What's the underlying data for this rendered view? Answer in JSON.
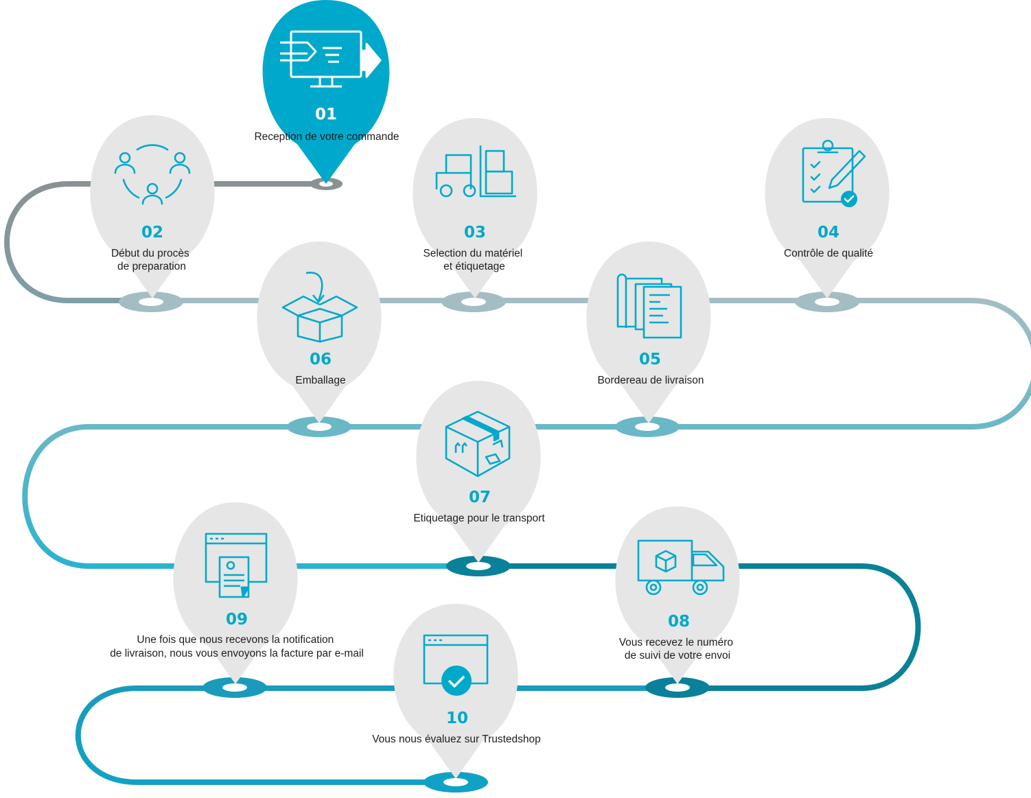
{
  "colors": {
    "accent": "#00a9cb",
    "pin_gray": "#e6e6e6",
    "path_gray": "#8a9193",
    "path_light": "#a4bdc3",
    "path_teal": "#6ab8c6",
    "path_cyan": "#29b3d0",
    "path_dark": "#0a8199",
    "path_blue": "#1a9bbb"
  },
  "steps": [
    {
      "number": "01",
      "label_lines": [
        "Reception de votre commande"
      ],
      "icon": "computer-transfer-icon"
    },
    {
      "number": "02",
      "label_lines": [
        "Début du procès",
        "de preparation"
      ],
      "icon": "team-icon"
    },
    {
      "number": "03",
      "label_lines": [
        "Selection du matériel",
        "et étiquetage"
      ],
      "icon": "forklift-icon"
    },
    {
      "number": "04",
      "label_lines": [
        "Contrôle de qualité"
      ],
      "icon": "clipboard-check-icon"
    },
    {
      "number": "05",
      "label_lines": [
        "Bordereau de livraison"
      ],
      "icon": "documents-icon"
    },
    {
      "number": "06",
      "label_lines": [
        "Emballage"
      ],
      "icon": "open-box-icon"
    },
    {
      "number": "07",
      "label_lines": [
        "Etiquetage pour le transport"
      ],
      "icon": "labeled-box-icon"
    },
    {
      "number": "08",
      "label_lines": [
        "Vous recevez le numéro",
        "de suivi de votre envoi"
      ],
      "icon": "delivery-truck-icon"
    },
    {
      "number": "09",
      "label_lines": [
        "Une fois que nous recevons la notification",
        "de livraison, nous vous envoyons la facture par e-mail"
      ],
      "icon": "invoice-window-icon"
    },
    {
      "number": "10",
      "label_lines": [
        "Vous nous évaluez sur Trustedshop"
      ],
      "icon": "check-window-icon"
    }
  ]
}
